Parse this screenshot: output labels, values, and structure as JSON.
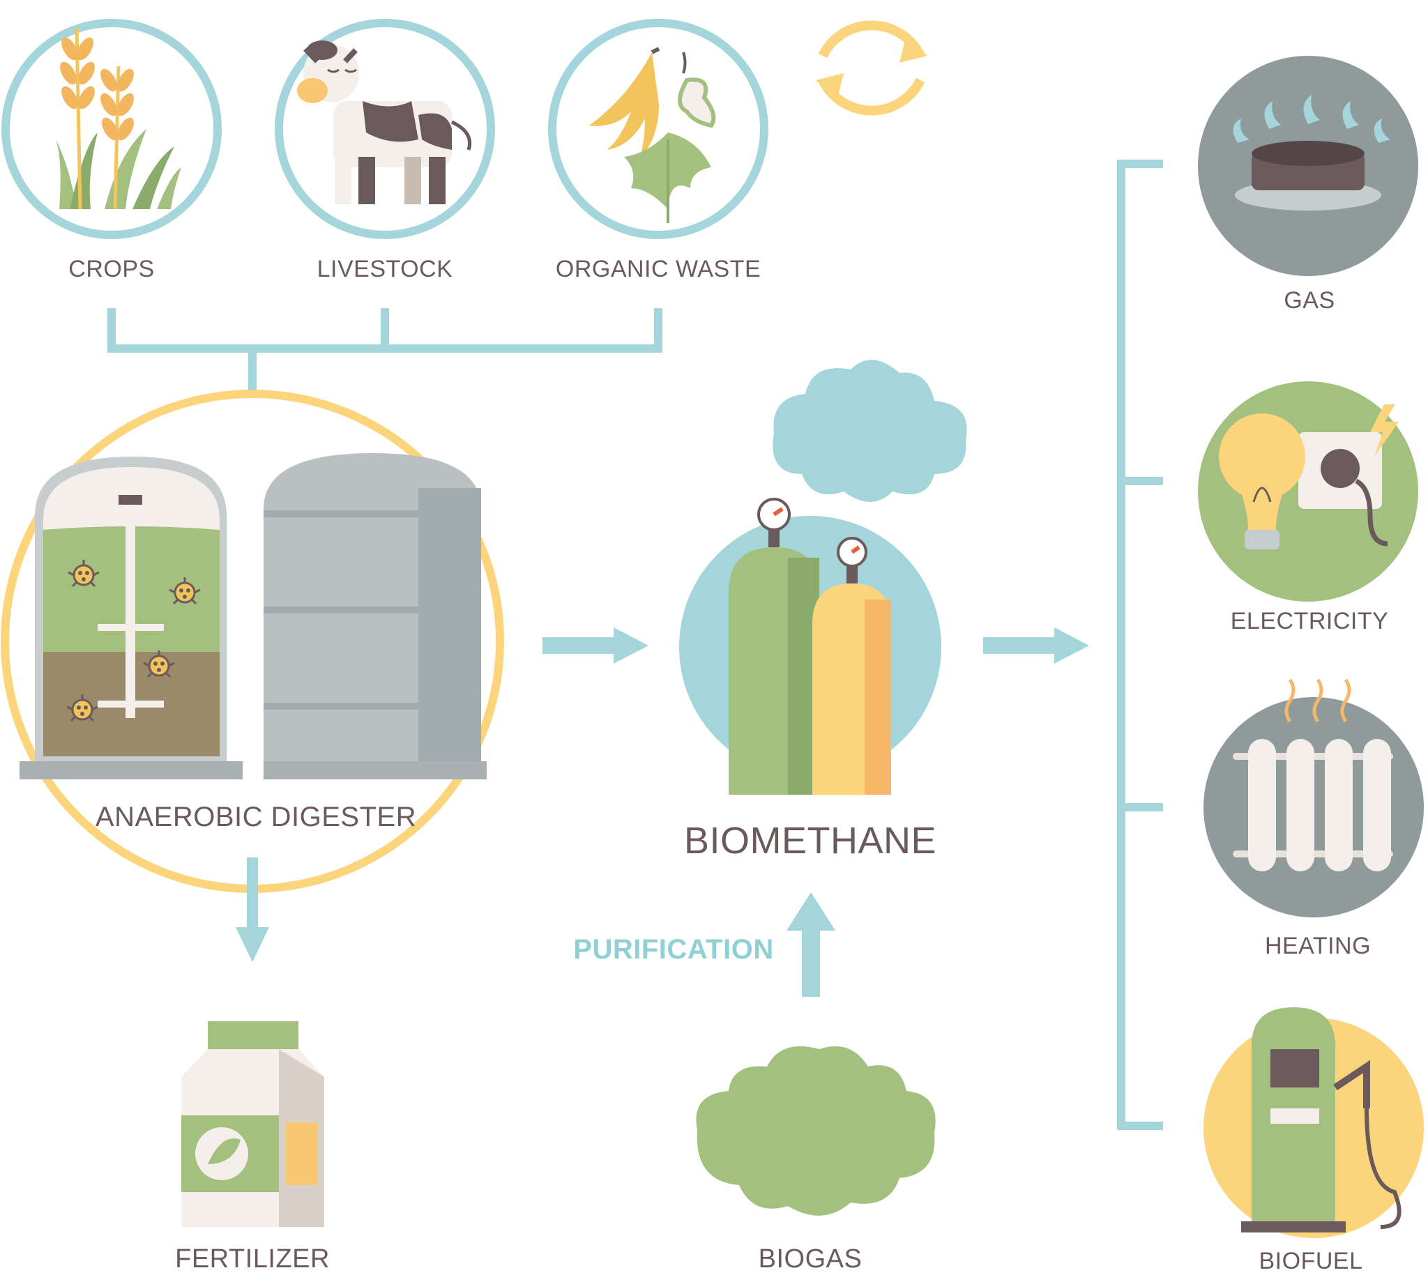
{
  "sources": [
    {
      "label": "CROPS",
      "icon": "crops-icon"
    },
    {
      "label": "LIVESTOCK",
      "icon": "cow-icon"
    },
    {
      "label": "ORGANIC WASTE",
      "icon": "organic-waste-icon"
    }
  ],
  "process": {
    "digester_label": "ANAEROBIC DIGESTER",
    "fertilizer_label": "FERTILIZER",
    "biomethane_label": "BIOMETHANE",
    "purification_label": "PURIFICATION",
    "biogas_label": "BIOGAS"
  },
  "outputs": [
    {
      "label": "GAS",
      "icon": "gas-burner-icon"
    },
    {
      "label": "ELECTRICITY",
      "icon": "lightbulb-plug-icon"
    },
    {
      "label": "HEATING",
      "icon": "radiator-icon"
    },
    {
      "label": "BIOFUEL",
      "icon": "fuel-pump-icon"
    }
  ],
  "colors": {
    "teal": "#a3d5da",
    "yellow": "#fbd47c",
    "green": "#a3c07f",
    "gray": "#8f9a9b",
    "text": "#6b5a5c"
  }
}
